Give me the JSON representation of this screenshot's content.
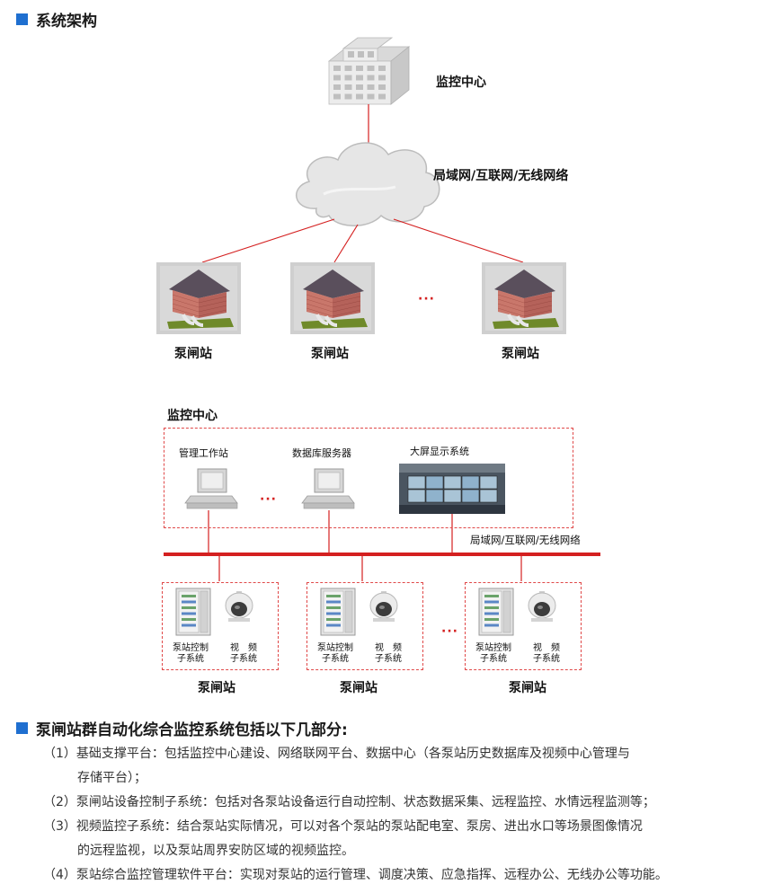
{
  "section1": {
    "title": "系统架构"
  },
  "diagram1": {
    "center_label": "监控中心",
    "network_label": "局域网/互联网/无线网络",
    "station_label": "泵闸站",
    "ellipsis": "···"
  },
  "diagram2": {
    "title": "监控中心",
    "workstation_label": "管理工作站",
    "db_label": "数据库服务器",
    "display_label": "大屏显示系统",
    "network_label": "局域网/互联网/无线网络",
    "ellipsis": "···",
    "station_label": "泵闸站",
    "control_label_line1": "泵站控制",
    "control_label_line2": "子系统",
    "video_label_line1": "视　频",
    "video_label_line2": "子系统"
  },
  "section2": {
    "title": "泵闸站群自动化综合监控系统包括以下几部分:",
    "items": [
      {
        "line1": "（1）基础支撑平台：包括监控中心建设、网络联网平台、数据中心（各泵站历史数据库及视频中心管理与",
        "line2": "存储平台）；"
      },
      {
        "line1": "（2）泵闸站设备控制子系统：包括对各泵站设备运行自动控制、状态数据采集、远程监控、水情远程监测等；",
        "line2": ""
      },
      {
        "line1": "（3）视频监控子系统：结合泵站实际情况，可以对各个泵站的泵站配电室、泵房、进出水口等场景图像情况",
        "line2": "的远程监视，以及泵站周界安防区域的视频监控。"
      },
      {
        "line1": "（4）泵站综合监控管理软件平台：实现对泵站的运行管理、调度决策、应急指挥、远程办公、无线办公等功能。",
        "line2": ""
      }
    ]
  },
  "colors": {
    "accent": "#1f6fd0",
    "line_red": "#d42020"
  }
}
